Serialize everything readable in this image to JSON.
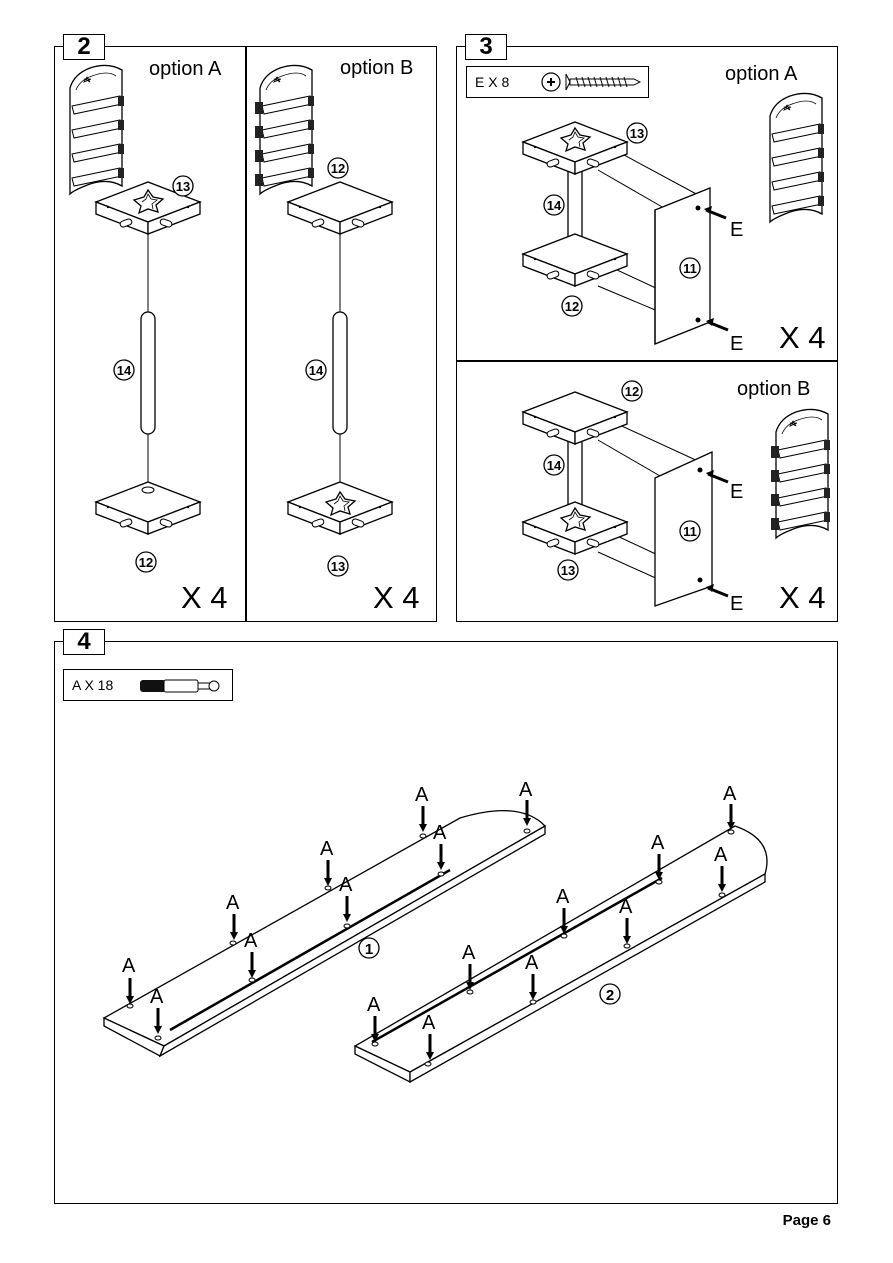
{
  "steps": {
    "step2": {
      "number": "2",
      "optionA": {
        "label": "option A",
        "top_part": "13",
        "rod": "14",
        "bottom_part": "12",
        "qty": "X 4"
      },
      "optionB": {
        "label": "option B",
        "top_part": "12",
        "rod": "14",
        "bottom_part": "13",
        "qty": "X 4"
      }
    },
    "step3": {
      "number": "3",
      "hardware": {
        "label": "E X 8",
        "icon": "screw-icon"
      },
      "optionA": {
        "label": "option A",
        "top_part": "13",
        "rod": "14",
        "bottom_part": "12",
        "panel": "11",
        "screw_top": "E",
        "screw_bottom": "E",
        "qty": "X 4"
      },
      "optionB": {
        "label": "option B",
        "top_part": "12",
        "rod": "14",
        "bottom_part": "13",
        "panel": "11",
        "screw_top": "E",
        "screw_bottom": "E",
        "qty": "X 4"
      }
    },
    "step4": {
      "number": "4",
      "hardware": {
        "label": "A X 18",
        "icon": "cam-bolt-icon"
      },
      "board1": "1",
      "board2": "2",
      "marker": "A"
    }
  },
  "footer": {
    "page": "Page 6"
  }
}
